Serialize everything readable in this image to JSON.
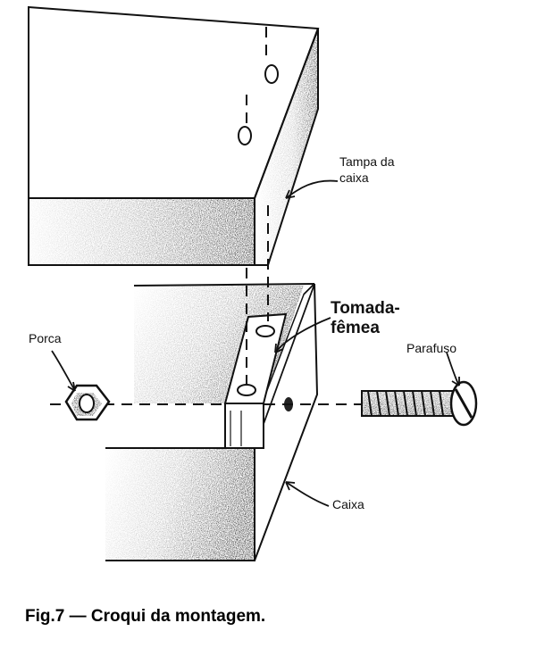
{
  "labels": {
    "tampa_line1": "Tampa da",
    "tampa_line2": "caixa",
    "tomada_line1": "Tomada-",
    "tomada_line2": "fêmea",
    "porca": "Porca",
    "parafuso": "Parafuso",
    "caixa": "Caixa"
  },
  "caption": "Fig.7 — Croqui da montagem.",
  "colors": {
    "ink": "#111111",
    "paper": "#ffffff"
  }
}
